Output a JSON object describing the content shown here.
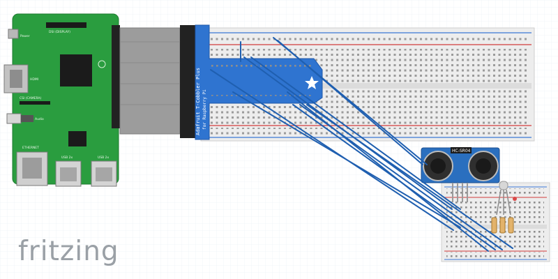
{
  "app": {
    "watermark": "fritzing"
  },
  "pi": {
    "hdmi_label": "HDMI",
    "power_label": "Power",
    "display_label": "DSI (DISPLAY)",
    "camera_label": "CSI (CAMERA)",
    "audio_label": "Audio",
    "ethernet_label": "ETHERNET",
    "usb1_label": "USB 2x",
    "usb2_label": "USB 2x"
  },
  "cobbler": {
    "label": "Adafruit T-Cobbler Plus",
    "sublabel": "for Raspberry Pi"
  },
  "sensor": {
    "label": "HC-SR04"
  },
  "colors": {
    "wire": "#1f5fb0",
    "pcb": "#2a9d3f",
    "cobbler": "#2f74d0",
    "sensor": "#2a6fbf",
    "grid": "#eef1f6"
  }
}
